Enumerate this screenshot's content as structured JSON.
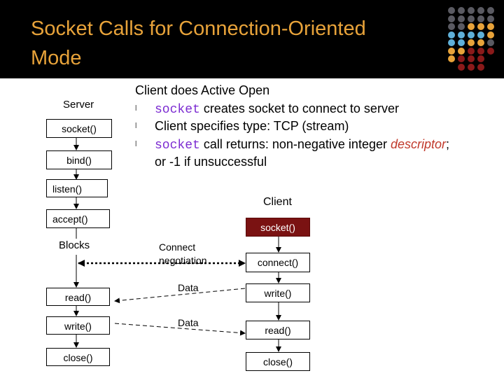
{
  "slide": {
    "title_line1": "Socket Calls for Connection-Oriented",
    "title_line2": "Mode",
    "title_color": "#e8a33a"
  },
  "intro": {
    "heading": "Client does Active Open",
    "bullet1_mono": "socket",
    "bullet1_rest": " creates socket to connect to server",
    "bullet2": "Client specifies type: TCP (stream)",
    "bullet3_mono": "socket",
    "bullet3_rest": " call returns:  non-negative integer ",
    "bullet3_italic": "descriptor",
    "bullet3_end": ";",
    "bullet3_cont": "or -1 if unsuccessful",
    "bullet_glyph": "l"
  },
  "server": {
    "label": "Server",
    "socket": "socket()",
    "bind": "bind()",
    "listen": "listen()",
    "accept": "accept()",
    "blocks": "Blocks",
    "read": "read()",
    "write": "write()",
    "close": "close()"
  },
  "client": {
    "label": "Client",
    "socket": "socket()",
    "socket_bg": "#7a1212",
    "connect": "connect()",
    "write": "write()",
    "read": "read()",
    "close": "close()"
  },
  "messages": {
    "connect_line1": "Connect",
    "connect_line2": "negotiation",
    "data1": "Data",
    "data2": "Data"
  }
}
